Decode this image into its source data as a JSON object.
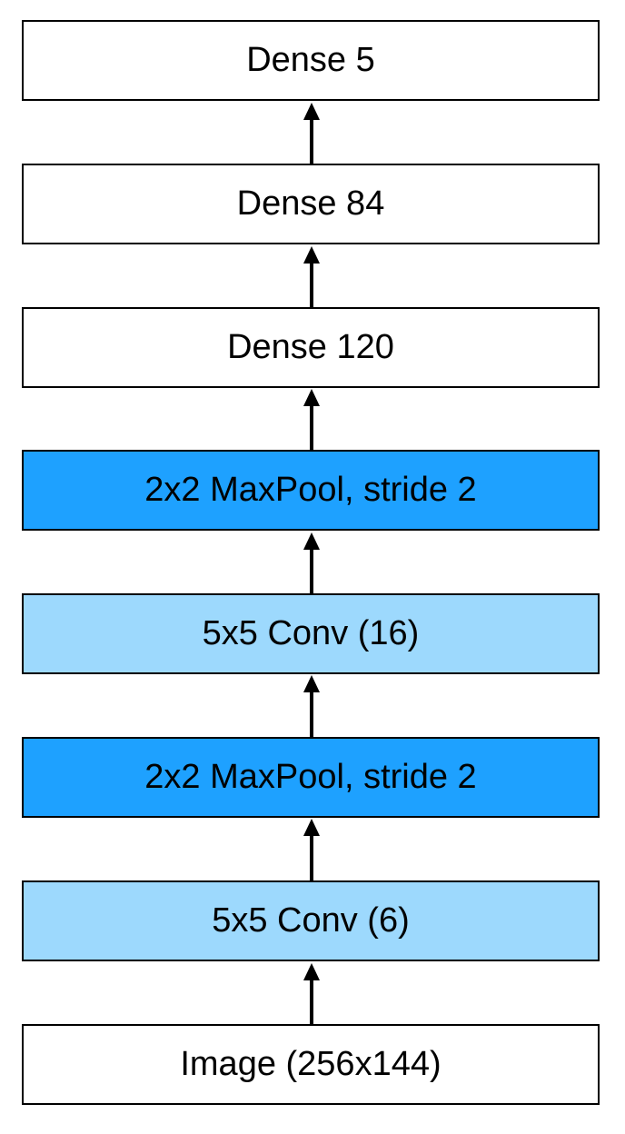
{
  "diagram": {
    "layers": [
      {
        "label": "Dense 5",
        "fill": "#ffffff"
      },
      {
        "label": "Dense 84",
        "fill": "#ffffff"
      },
      {
        "label": "Dense 120",
        "fill": "#ffffff"
      },
      {
        "label": "2x2 MaxPool, stride 2",
        "fill": "#1ea1ff"
      },
      {
        "label": "5x5 Conv (16)",
        "fill": "#9dd9fd"
      },
      {
        "label": "2x2 MaxPool, stride 2",
        "fill": "#1ea1ff"
      },
      {
        "label": "5x5 Conv (6)",
        "fill": "#9dd9fd"
      },
      {
        "label": "Image (256x144)",
        "fill": "#ffffff"
      }
    ],
    "edge_color": "#000000"
  }
}
